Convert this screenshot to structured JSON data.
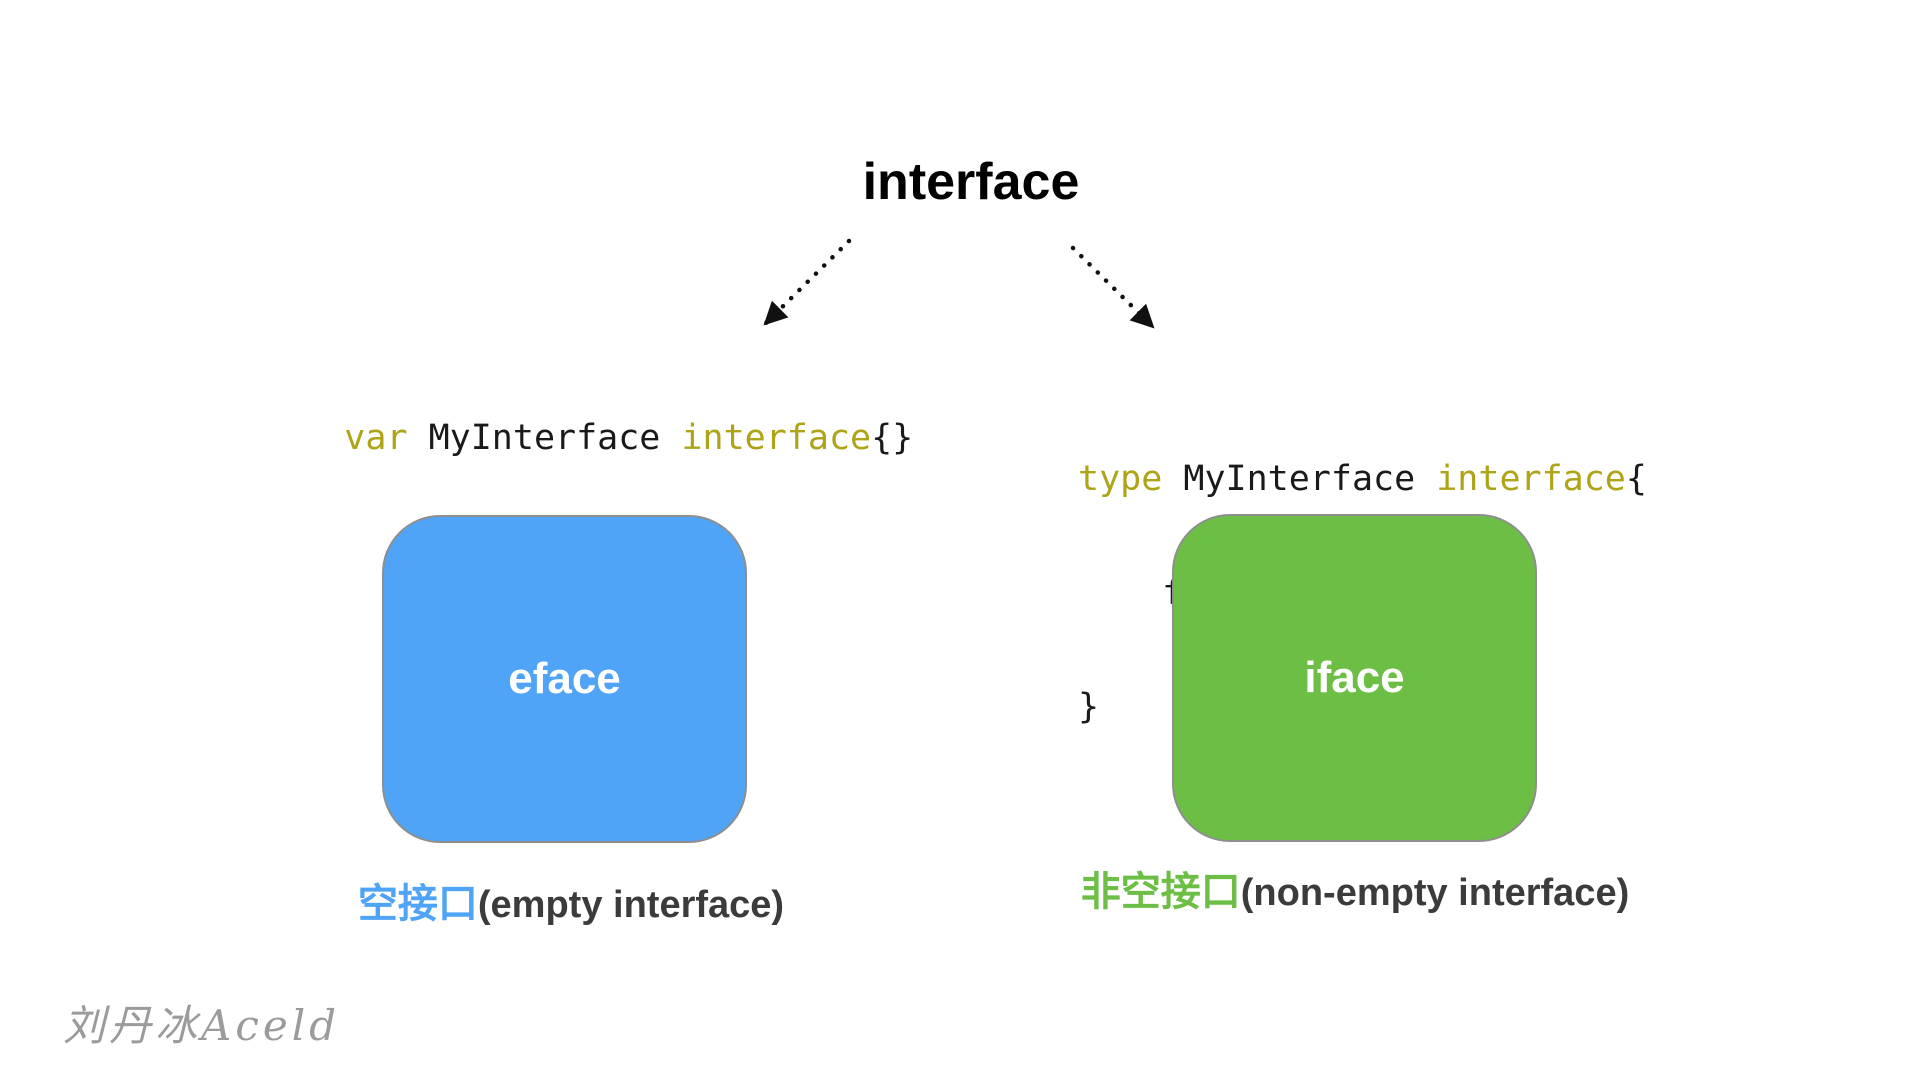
{
  "title": "interface",
  "left": {
    "code": {
      "kw1": "var",
      "mid": " MyInterface ",
      "kw2": "interface",
      "tail": "{}"
    },
    "box_label": "eface",
    "caption_zh": "空接口",
    "caption_en": "(empty interface)"
  },
  "right": {
    "code": {
      "kw1": "type",
      "mid": " MyInterface ",
      "kw2": "interface",
      "tail": "{",
      "line2": "    function()",
      "line3": "}"
    },
    "box_label": "iface",
    "caption_zh": "非空接口",
    "caption_en": "(non-empty interface)"
  },
  "watermark": "刘丹冰Aceld",
  "icons": {
    "left_arrow": "dotted-arrow-down-left",
    "right_arrow": "dotted-arrow-down-right"
  },
  "colors": {
    "eface_blue": "#4FA4F7",
    "iface_green": "#6CBE45",
    "keyword_olive": "#AEA418",
    "arrow_black": "#111111",
    "box_border_gray": "#8E8E8E",
    "caption_dark": "#3B3B3B",
    "watermark_gray": "#9B9B9B"
  }
}
